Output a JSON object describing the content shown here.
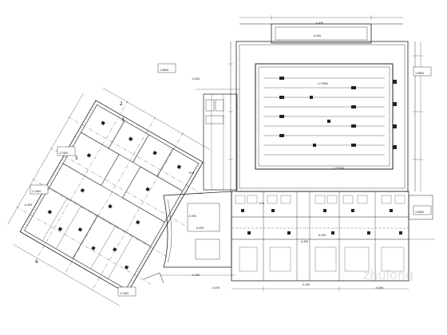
{
  "pool_hall": {
    "top_level": "-0.400",
    "pool_tag": "1:17600",
    "bottom_tag": "1:75500"
  },
  "levels": {
    "ne_corner": "-0.450",
    "wing_top": "-0.450",
    "bottom_a": "-0.050",
    "bottom_b": "-0.450",
    "left_low": "-0.450",
    "left_mid": "-0.450",
    "mid_room": "-0.050",
    "mid_room2": "-0.050",
    "lower_right": "-0.450",
    "lower_room": "-0.050",
    "bottom_center": "-0.450",
    "bottom_right": "-0.450"
  },
  "room_marks": {
    "room_150": "150",
    "room_154": "154"
  },
  "grid_labels": {
    "g2": "2",
    "g3": "3",
    "g5": "5",
    "g6": "6"
  },
  "legend_tags": {
    "upper_wing": "1:5600",
    "left_wing": "1:7400",
    "left_lower": "1:7400",
    "right_upper": "1:5600",
    "right_lower": "1:5600",
    "bottom_left": "1:7400"
  },
  "watermark": "zhulong"
}
